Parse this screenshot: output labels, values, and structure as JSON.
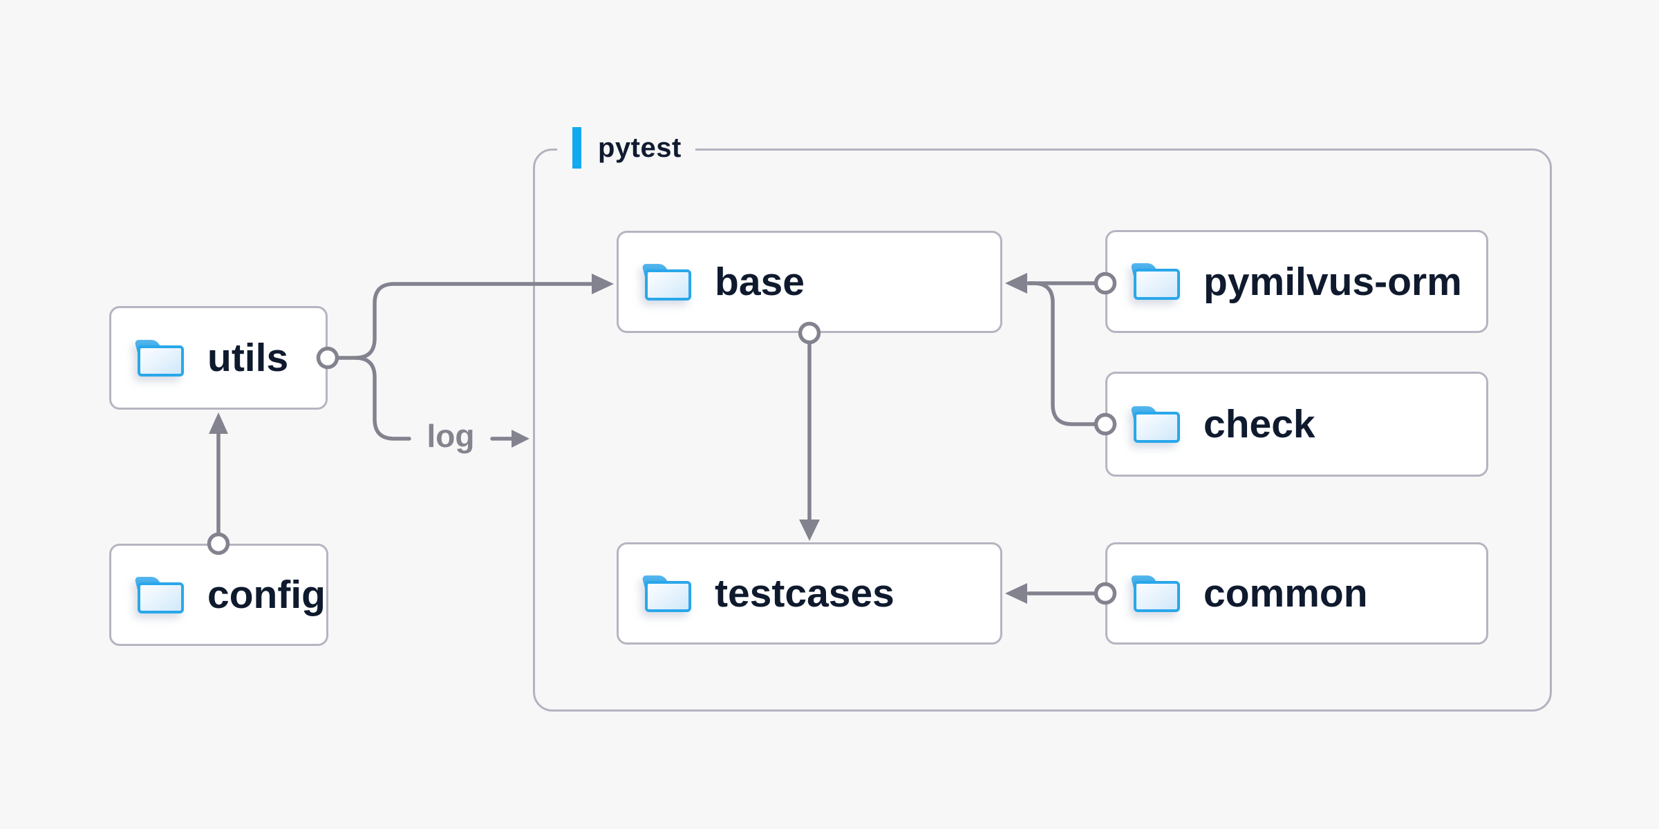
{
  "page": {
    "background": "#f7f7f8"
  },
  "diagram": {
    "container": {
      "label": "pytest",
      "accent_color": "#12a9f1",
      "border_color": "#b3b3bf"
    },
    "nodes": [
      {
        "id": "utils",
        "label": "utils",
        "icon": "folder-icon",
        "inside_container": false
      },
      {
        "id": "config",
        "label": "config",
        "icon": "folder-icon",
        "inside_container": false
      },
      {
        "id": "base",
        "label": "base",
        "icon": "folder-icon",
        "inside_container": true
      },
      {
        "id": "testcases",
        "label": "testcases",
        "icon": "folder-icon",
        "inside_container": true
      },
      {
        "id": "pymilvus-orm",
        "label": "pymilvus-orm",
        "icon": "folder-icon",
        "inside_container": true
      },
      {
        "id": "check",
        "label": "check",
        "icon": "folder-icon",
        "inside_container": true
      },
      {
        "id": "common",
        "label": "common",
        "icon": "folder-icon",
        "inside_container": true
      }
    ],
    "edges": [
      {
        "from": "config",
        "to": "utils",
        "label": ""
      },
      {
        "from": "utils",
        "to": "base",
        "label": ""
      },
      {
        "from": "utils",
        "to": "pytest-container",
        "label": "log"
      },
      {
        "from": "pymilvus-orm",
        "to": "base",
        "label": ""
      },
      {
        "from": "check",
        "to": "base",
        "label": ""
      },
      {
        "from": "base",
        "to": "testcases",
        "label": ""
      },
      {
        "from": "common",
        "to": "testcases",
        "label": ""
      }
    ],
    "colors": {
      "edge_line": "#83838f",
      "node_border": "#b5b5c1",
      "node_background": "#ffffff",
      "node_text": "#0f1a2e",
      "folder_blue": "#29a7ea",
      "accent_blue": "#12a9f1",
      "edge_label_gray": "#84848f"
    }
  }
}
